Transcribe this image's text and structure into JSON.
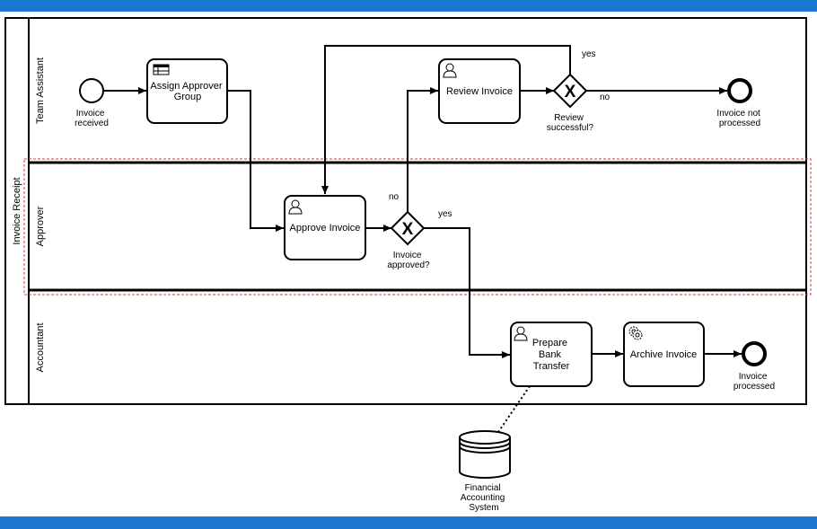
{
  "pool": {
    "label": "Invoice Receipt"
  },
  "lanes": [
    {
      "label": "Team Assistant"
    },
    {
      "label": "Approver"
    },
    {
      "label": "Accountant"
    }
  ],
  "events": {
    "start": {
      "label_lines": [
        "Invoice",
        "received"
      ]
    },
    "end_not_processed": {
      "label_lines": [
        "Invoice not",
        "processed"
      ]
    },
    "end_processed": {
      "label_lines": [
        "Invoice",
        "processed"
      ]
    }
  },
  "tasks": {
    "assign": {
      "label_lines": [
        "Assign Approver",
        "Group"
      ],
      "icon": "business-rule-table-icon"
    },
    "review": {
      "label_lines": [
        "Review Invoice"
      ],
      "icon": "user-icon"
    },
    "approve": {
      "label_lines": [
        "Approve Invoice"
      ],
      "icon": "user-icon"
    },
    "prepare": {
      "label_lines": [
        "Prepare",
        "Bank",
        "Transfer"
      ],
      "icon": "user-icon"
    },
    "archive": {
      "label_lines": [
        "Archive Invoice"
      ],
      "icon": "gears-icon"
    }
  },
  "gateways": {
    "review_successful": {
      "label_lines": [
        "Review",
        "successful?"
      ],
      "marker": "X"
    },
    "invoice_approved": {
      "label_lines": [
        "Invoice",
        "approved?"
      ],
      "marker": "X"
    }
  },
  "flow_labels": {
    "review_yes": "yes",
    "review_no": "no",
    "approved_no": "no",
    "approved_yes": "yes"
  },
  "data_store": {
    "label_lines": [
      "Financial",
      "Accounting",
      "System"
    ],
    "icon": "database-icon"
  },
  "colors": {
    "header_bar": "#1b77d1",
    "stroke": "#000000",
    "selection": "#e53935"
  }
}
